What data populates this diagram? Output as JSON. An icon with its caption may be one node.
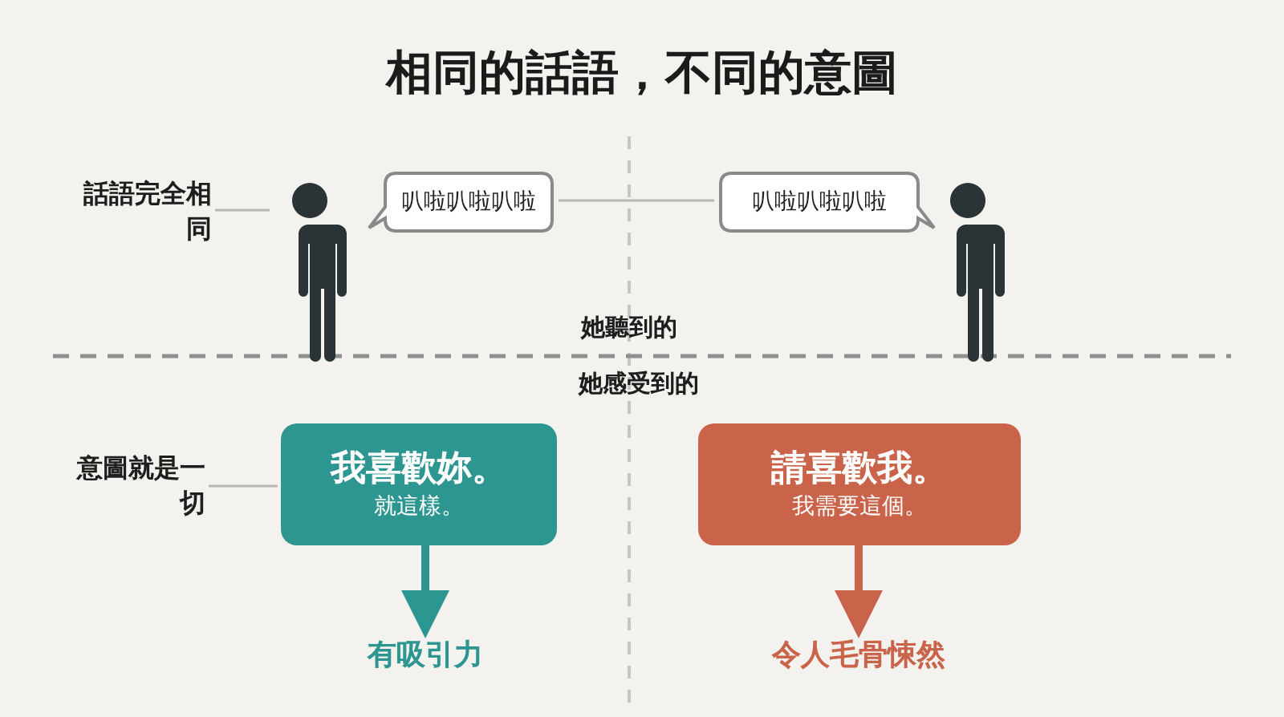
{
  "diagram": {
    "title": "相同的話語，不同的意圖",
    "nodes": [
      {
        "text": [
          "話語完全相同"
        ]
      },
      {
        "text": [],
        "shape": "person"
      },
      {
        "text": [
          "叭啦叭啦叭啦"
        ]
      },
      {
        "text": [
          "叭啦叭啦叭啦"
        ]
      },
      {
        "text": [],
        "shape": "person"
      },
      {
        "text": [
          "意圖就是一切"
        ]
      },
      {
        "text": [
          "我喜歡妳。",
          "就這樣。"
        ]
      },
      {
        "text": [
          "有吸引力"
        ]
      },
      {
        "text": [
          "請喜歡我。",
          "我需要這個。"
        ]
      },
      {
        "text": [
          "令人毛骨悚然"
        ]
      }
    ],
    "edges": [
      {
        "from": 0,
        "to": 1,
        "arrow": "none"
      },
      {
        "from": 2,
        "to": 3,
        "arrow": "none"
      },
      {
        "from": 5,
        "to": 6,
        "arrow": "none"
      },
      {
        "from": 6,
        "to": 7,
        "arrow": "to",
        "style": "thick",
        "color": "#2e9690"
      },
      {
        "from": 8,
        "to": 9,
        "arrow": "to",
        "style": "thick",
        "color": "#c9634a"
      }
    ],
    "labels": [
      "她聽到的",
      "她感受到的"
    ]
  }
}
